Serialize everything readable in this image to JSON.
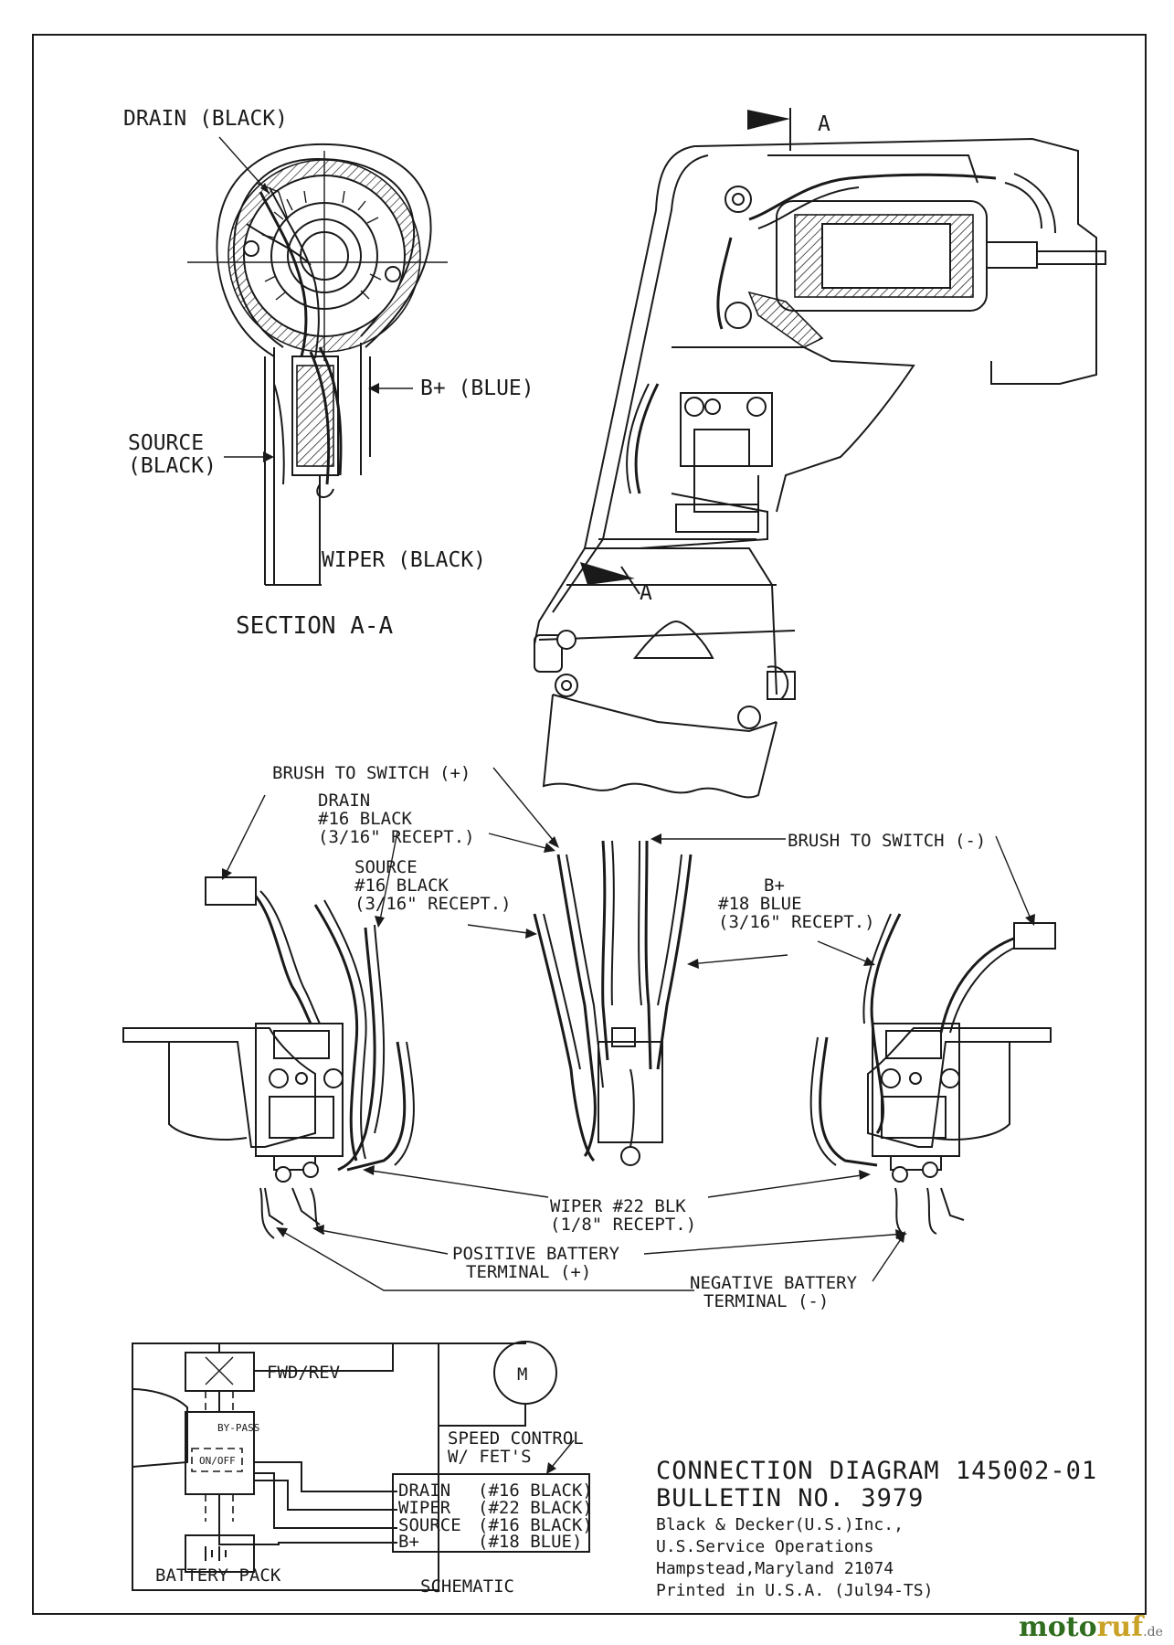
{
  "section_view": {
    "drain_label": "DRAIN (BLACK)",
    "bplus_label": "B+ (BLUE)",
    "source_label_1": "SOURCE",
    "source_label_2": "(BLACK)",
    "wiper_label": "WIPER (BLACK)",
    "title": "SECTION A-A"
  },
  "tool_view": {
    "arrow_top_label": "A",
    "arrow_mid_label": "A"
  },
  "wiring": {
    "brush_plus": "BRUSH TO SWITCH (+)",
    "brush_minus": "BRUSH TO SWITCH (-)",
    "drain_1": "DRAIN",
    "drain_2": "#16 BLACK",
    "drain_3": "(3/16\" RECEPT.)",
    "source_1": "SOURCE",
    "source_2": "#16 BLACK",
    "source_3": "(3/16\" RECEPT.)",
    "bplus_1": "B+",
    "bplus_2": "#18 BLUE",
    "bplus_3": "(3/16\" RECEPT.)",
    "wiper_1": "WIPER #22 BLK",
    "wiper_2": "(1/8\" RECEPT.)",
    "positive_1": "POSITIVE BATTERY",
    "positive_2": "TERMINAL (+)",
    "negative_1": "NEGATIVE BATTERY",
    "negative_2": "TERMINAL (-)"
  },
  "schematic": {
    "fwd_rev": "FWD/REV",
    "motor": "M",
    "by_pass": "BY-PASS",
    "on_off": "ON/OFF",
    "speed_control_1": "SPEED CONTROL",
    "speed_control_2": "W/ FET'S",
    "rows": [
      {
        "name": "DRAIN",
        "wire": "(#16 BLACK)"
      },
      {
        "name": "WIPER",
        "wire": "(#22 BLACK)"
      },
      {
        "name": "SOURCE",
        "wire": "(#16 BLACK)"
      },
      {
        "name": "B+",
        "wire": "(#18 BLUE)"
      }
    ],
    "battery_pack": "BATTERY PACK",
    "title": "SCHEMATIC"
  },
  "title_block": {
    "line1": "CONNECTION DIAGRAM 145002-01",
    "line2": "BULLETIN NO. 3979",
    "line3": "Black & Decker(U.S.)Inc.,",
    "line4": "U.S.Service Operations",
    "line5": "Hampstead,Maryland 21074",
    "line6": "Printed in U.S.A.  (Jul94-TS)"
  },
  "watermark": {
    "part1": "moto",
    "part2": "ruf",
    "part3": ".de"
  }
}
